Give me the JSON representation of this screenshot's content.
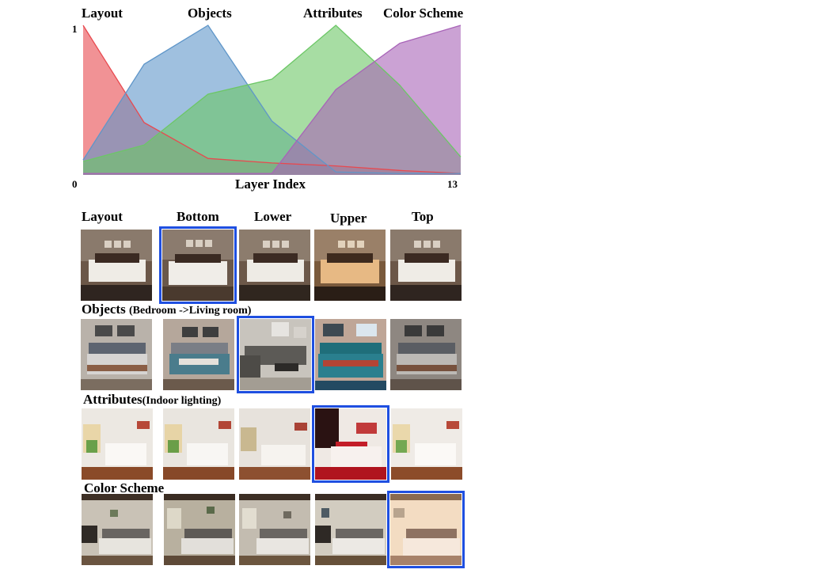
{
  "chart_data": {
    "type": "area",
    "xlabel": "Layer Index",
    "xlim": [
      0,
      13
    ],
    "ylim": [
      0,
      1
    ],
    "x_tick_labels": [
      "0",
      "13"
    ],
    "y_tick_labels": [
      "0",
      "1"
    ],
    "grid": false,
    "x": [
      0,
      2.1,
      4.3,
      6.5,
      8.7,
      10.9,
      13
    ],
    "series": [
      {
        "name": "Layout",
        "color": "#e8494f",
        "values": [
          1.0,
          0.35,
          0.11,
          0.08,
          0.06,
          0.03,
          0.01
        ]
      },
      {
        "name": "Objects",
        "color": "#5f96c9",
        "values": [
          0.1,
          0.74,
          1.0,
          0.36,
          0.02,
          0.01,
          0.01
        ]
      },
      {
        "name": "Attributes",
        "color": "#6cc766",
        "values": [
          0.09,
          0.2,
          0.54,
          0.64,
          1.0,
          0.6,
          0.12
        ]
      },
      {
        "name": "Color Scheme",
        "color": "#a864b8",
        "values": [
          0.01,
          0.01,
          0.01,
          0.01,
          0.57,
          0.88,
          1.0
        ]
      }
    ]
  },
  "grid": {
    "columns": [
      "Layout",
      "Bottom",
      "Lower",
      "Upper",
      "Top"
    ],
    "rows": [
      {
        "label": "Objects",
        "sub": "(Bedroom ->Living room)"
      },
      {
        "label": "Attributes",
        "sub": "(Indoor lighting)"
      },
      {
        "label": "Color Scheme",
        "sub": ""
      }
    ],
    "highlight_color": "#1f4fe0"
  }
}
